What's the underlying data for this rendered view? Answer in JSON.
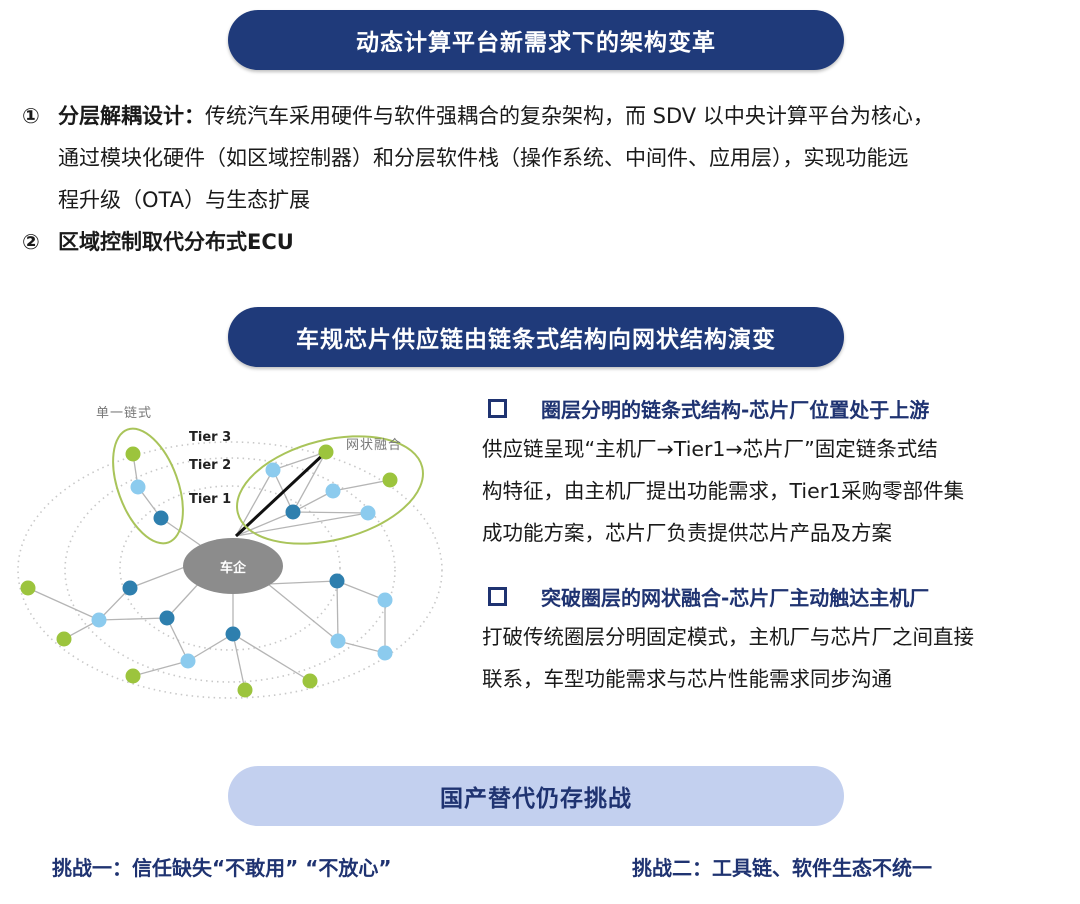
{
  "section1": {
    "title": "动态计算平台新需求下的架构变革",
    "items": [
      {
        "marker": "①",
        "heading": "分层解耦设计：",
        "lines": [
          "传统汽车采用硬件与软件强耦合的复杂架构，而 SDV 以中央计算平台为核心，",
          "通过模块化硬件（如区域控制器）和分层软件栈（操作系统、中间件、应用层），实现功能远",
          "程升级（OTA）与生态扩展"
        ]
      },
      {
        "marker": "②",
        "heading": "区域控制取代分布式ECU"
      }
    ]
  },
  "section2": {
    "title": "车规芯片供应链由链条式结构向网状结构演变",
    "diagram": {
      "label_chain": "单一链式",
      "label_mesh": "网状融合",
      "tiers": [
        "Tier 3",
        "Tier 2",
        "Tier 1"
      ],
      "center": "车企",
      "colors": {
        "tier1": "#2e7fae",
        "tier2": "#8ccbee",
        "tier3": "#9cc43d",
        "center": "#8c8c8c",
        "highlight": "#a9c45a",
        "ring": "#c8c8c8",
        "edge": "#b5b5b5"
      }
    },
    "blocks": [
      {
        "heading": "圈层分明的链条式结构-芯片厂位置处于上游",
        "lines": [
          "供应链呈现“主机厂→Tier1→芯片厂”固定链条式结",
          "构特征，由主机厂提出功能需求，Tier1采购零部件集",
          "成功能方案，芯片厂负责提供芯片产品及方案"
        ]
      },
      {
        "heading": "突破圈层的网状融合-芯片厂主动触达主机厂",
        "lines": [
          "打破传统圈层分明固定模式，主机厂与芯片厂之间直接",
          "联系，车型功能需求与芯片性能需求同步沟通"
        ]
      }
    ]
  },
  "section3": {
    "title": "国产替代仍存挑战",
    "challenges": [
      "挑战一：信任缺失“不敢用” “不放心”",
      "挑战二：工具链、软件生态不统一"
    ]
  },
  "colors": {
    "navy": "#1f3a7a",
    "accent_text": "#1f3371",
    "light_pill": "#c3d0ef"
  }
}
